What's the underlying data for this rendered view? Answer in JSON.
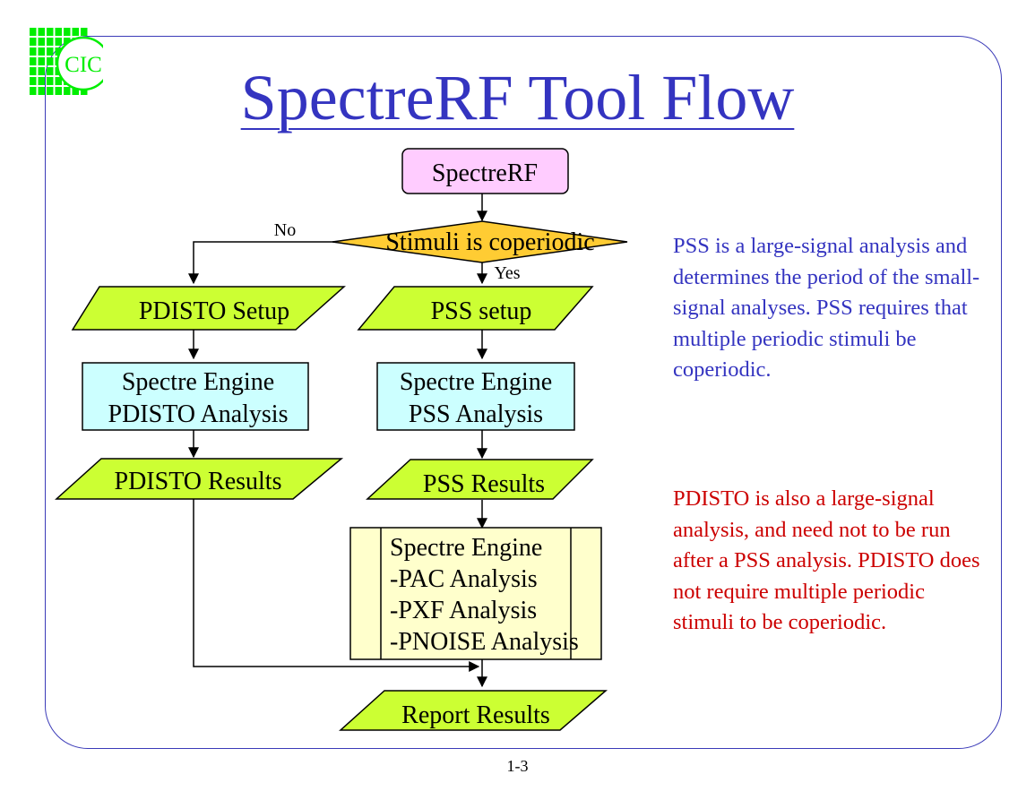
{
  "logo": {
    "text": "CIC",
    "color": "#00ee00"
  },
  "title": "SpectreRF Tool Flow",
  "colors": {
    "title": "#3434c0",
    "frame": "#3b3bb8",
    "note_pss": "#3434c0",
    "note_pdisto": "#cc0000",
    "start_fill": "#ffccff",
    "engine_fill": "#ccffff",
    "io_fill": "#ccff33",
    "decision_fill": "#ffcc33",
    "sub_engine_fill": "#ffffcc"
  },
  "flow": {
    "start": "SpectreRF",
    "decision": "Stimuli is coperiodic",
    "no_label": "No",
    "yes_label": "Yes",
    "pdisto_setup": "PDISTO Setup",
    "pss_setup": "PSS setup",
    "pdisto_engine": [
      "Spectre Engine",
      "PDISTO Analysis"
    ],
    "pss_engine": [
      "Spectre Engine",
      "PSS Analysis"
    ],
    "pdisto_results": "PDISTO Results",
    "pss_results": "PSS Results",
    "small_signal_engine": [
      "Spectre Engine",
      "-PAC Analysis",
      "-PXF Analysis",
      "-PNOISE Analysis"
    ],
    "report": "Report Results"
  },
  "notes": {
    "pss": "PSS is a large-signal analysis and determines the period of the small-signal analyses. PSS requires that multiple periodic stimuli be coperiodic.",
    "pdisto": "PDISTO is also a large-signal analysis, and need not to be run after a PSS analysis. PDISTO does not require multiple periodic stimuli to be coperiodic."
  },
  "page_number": "1-3"
}
